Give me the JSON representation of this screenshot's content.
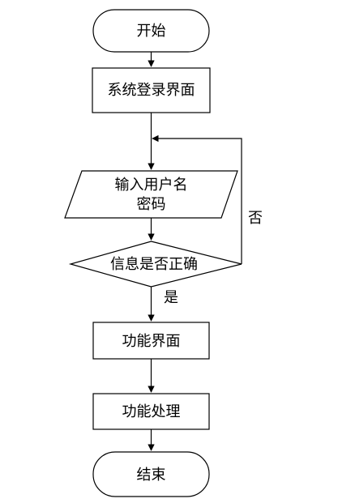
{
  "flowchart": {
    "start": "开始",
    "login_page": "系统登录界面",
    "input_line1": "输入用户名",
    "input_line2": "密码",
    "decision": "信息是否正确",
    "no_label": "否",
    "yes_label": "是",
    "function_page": "功能界面",
    "function_process": "功能处理",
    "end": "结束"
  }
}
